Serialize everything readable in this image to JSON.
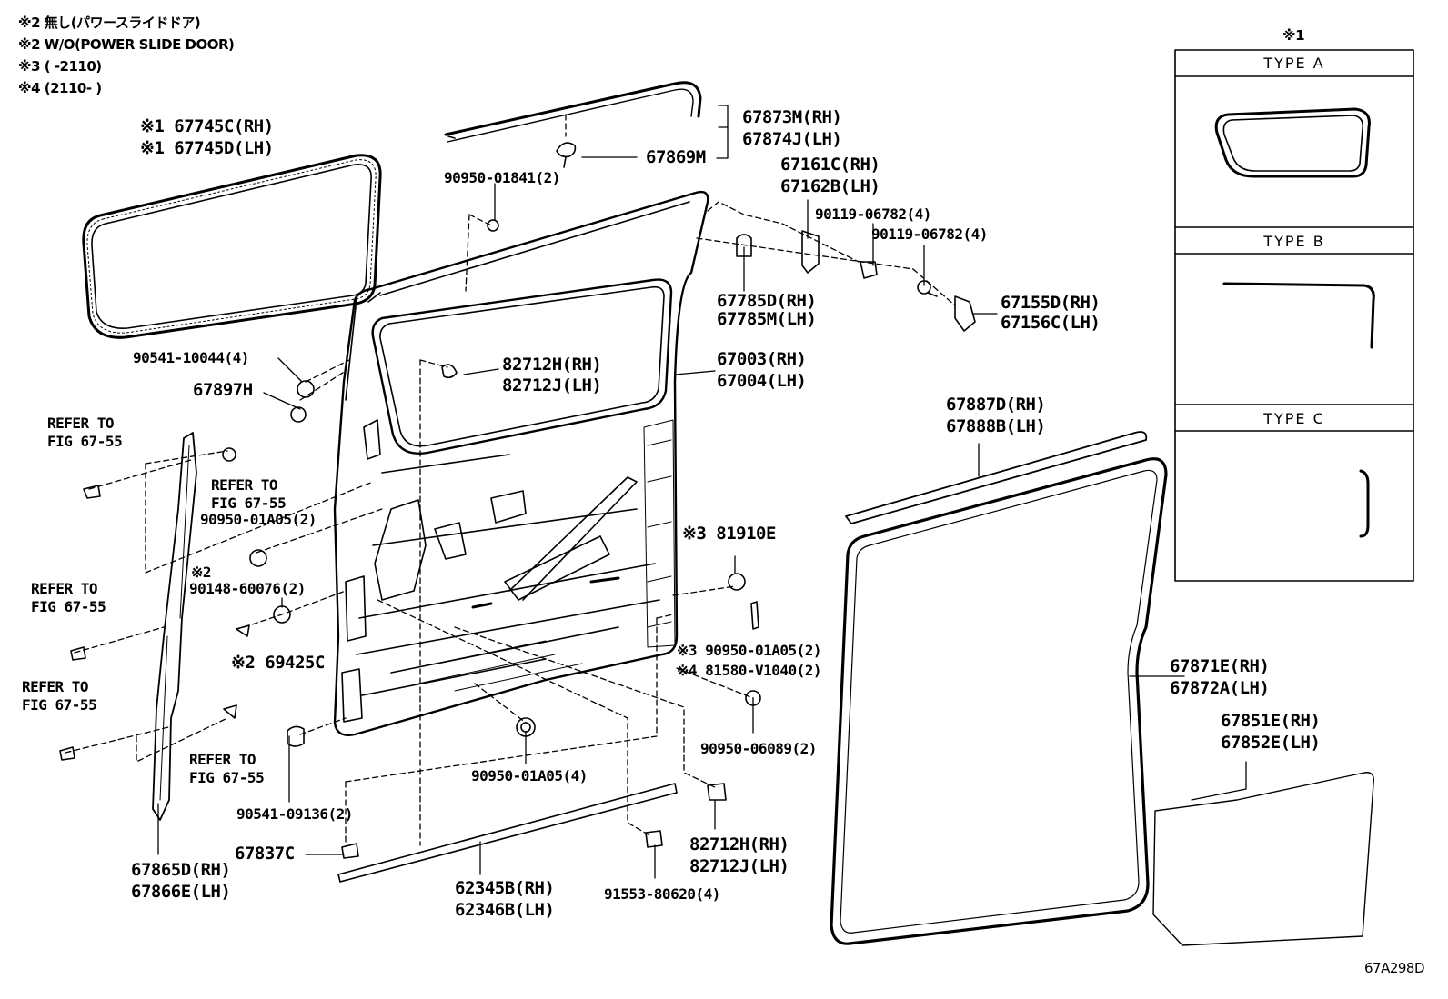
{
  "notes": [
    "※2 無し(パワースライドドア)",
    "※2 W/O(POWER SLIDE DOOR)",
    "※3 (      -2110)",
    "※4 (2110-      )"
  ],
  "legend": {
    "mark": "※1",
    "types": [
      "TYPE A",
      "TYPE B",
      "TYPE C"
    ]
  },
  "figure_id": "67A298D",
  "parts": {
    "p67745": [
      "※1 67745C(RH)",
      "※1 67745D(LH)"
    ],
    "p67873": [
      "67873M(RH)",
      "67874J(LH)"
    ],
    "p67869": "67869M",
    "p90950_01841": "90950-01841(2)",
    "p67161": [
      "67161C(RH)",
      "67162B(LH)"
    ],
    "p90119_a": "90119-06782(4)",
    "p90119_b": "90119-06782(4)",
    "p67785": [
      "67785D(RH)",
      "67785M(LH)"
    ],
    "p67155": [
      "67155D(RH)",
      "67156C(LH)"
    ],
    "p90541_10044": "90541-10044(4)",
    "p67897": "67897H",
    "p82712_top": [
      "82712H(RH)",
      "82712J(LH)"
    ],
    "p67003": [
      "67003(RH)",
      "67004(LH)"
    ],
    "refer1": [
      "REFER TO",
      "FIG 67-55"
    ],
    "refer2": [
      "REFER TO",
      "FIG 67-55"
    ],
    "p90950_01a05_a": "90950-01A05(2)",
    "p67887": [
      "67887D(RH)",
      "67888B(LH)"
    ],
    "p81910": "※3 81910E",
    "refer3": [
      "REFER TO",
      "FIG 67-55"
    ],
    "p90148": [
      "※2",
      "90148-60076(2)"
    ],
    "p69425": "※2 69425C",
    "p90950_01a05_b": "※3 90950-01A05(2)",
    "p81580": "※4 81580-V1040(2)",
    "p67871": [
      "67871E(RH)",
      "67872A(LH)"
    ],
    "refer4": [
      "REFER TO",
      "FIG 67-55"
    ],
    "p67851": [
      "67851E(RH)",
      "67852E(LH)"
    ],
    "refer5": [
      "REFER TO",
      "FIG 67-55"
    ],
    "p90950_06089": "90950-06089(2)",
    "p90950_01a05_c": "90950-01A05(4)",
    "p90541_09136": "90541-09136(2)",
    "p82712_bot": [
      "82712H(RH)",
      "82712J(LH)"
    ],
    "p67837": "67837C",
    "p67865": [
      "67865D(RH)",
      "67866E(LH)"
    ],
    "p62345": [
      "62345B(RH)",
      "62346B(LH)"
    ],
    "p91553": "91553-80620(4)"
  }
}
